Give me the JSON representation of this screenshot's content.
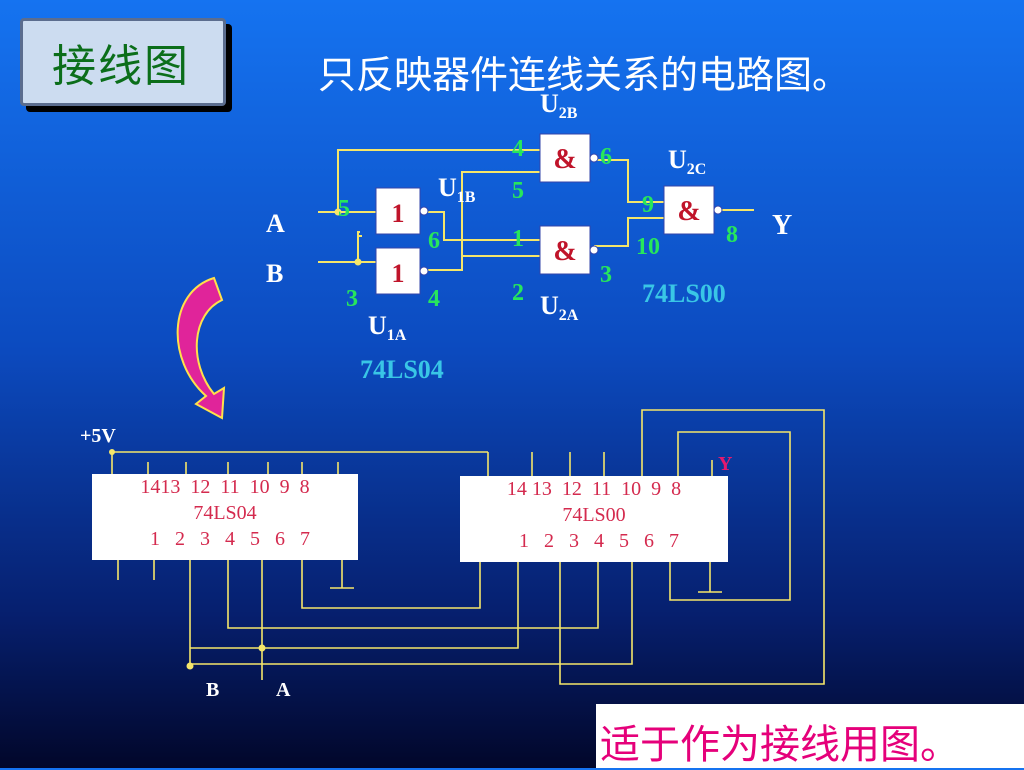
{
  "title": "接线图",
  "heading": "只反映器件连线关系的电路图。",
  "footer_note": "适于作为接线用图。",
  "logic": {
    "u2b_label": "U",
    "u2b_sub": "2B",
    "u2c_label": "U",
    "u2c_sub": "2C",
    "u1b_label": "U",
    "u1b_sub": "1B",
    "u2a_label": "U",
    "u2a_sub": "2A",
    "u1a_label": "U",
    "u1a_sub": "1A",
    "gate_and": "&",
    "gate_not": "1",
    "input_a": "A",
    "input_b": "B",
    "output_y": "Y",
    "chip_nand": "74LS00",
    "chip_not": "74LS04",
    "pins": {
      "u2b_in1": "4",
      "u2b_in2": "5",
      "u2b_out": "6",
      "u2c_in1": "9",
      "u2c_in2": "10",
      "u2c_out": "8",
      "u1b_in": "5",
      "u1b_out": "6",
      "u1a_in": "3",
      "u1a_out": "4",
      "u2a_in1": "1",
      "u2a_in2": "2",
      "u2a_out": "3"
    }
  },
  "wiring": {
    "vcc_label": "+5V",
    "y_label": "Y",
    "a_label": "A",
    "b_label": "B",
    "chip1": {
      "top_pins": "1413  12  11  10  9  8",
      "name": "74LS04",
      "bottom_pins": "  1   2   3   4   5   6   7"
    },
    "chip2": {
      "top_pins": "14 13  12  11  10  9  8",
      "name": "74LS00",
      "bottom_pins": "  1   2   3   4   5   6   7"
    }
  },
  "colors": {
    "wire": "#f5e66a",
    "pin_number": "#27e65c",
    "gate_text": "#c0142a",
    "chip_name": "#39c6e6",
    "arrow": "#e0249a",
    "title_green": "#0b6e1a",
    "note_pink": "#e5007a"
  }
}
